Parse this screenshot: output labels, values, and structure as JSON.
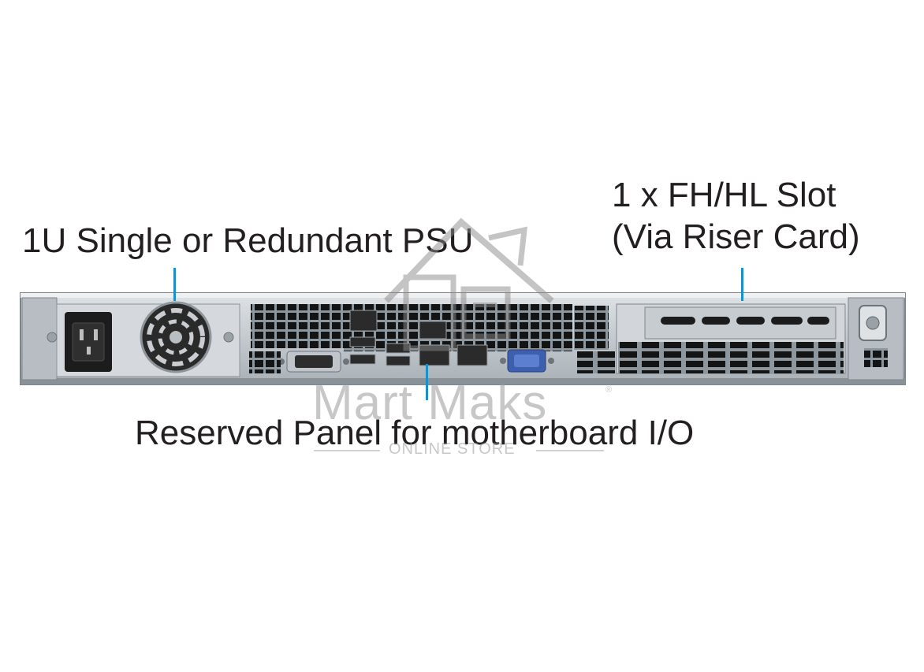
{
  "labels": {
    "psu": "1U Single or Redundant PSU",
    "slot_line1": "1 x FH/HL Slot",
    "slot_line2": "(Via Riser Card)",
    "io": "Reserved Panel for motherboard I/O"
  },
  "watermark": {
    "brand": "Mart Maks",
    "subtitle": "ONLINE STORE",
    "registered": "®"
  },
  "colors": {
    "leader": "#1a8fc9",
    "text": "#231f20",
    "chassis": "#c9ced3",
    "vga": "#4a6fc4"
  }
}
